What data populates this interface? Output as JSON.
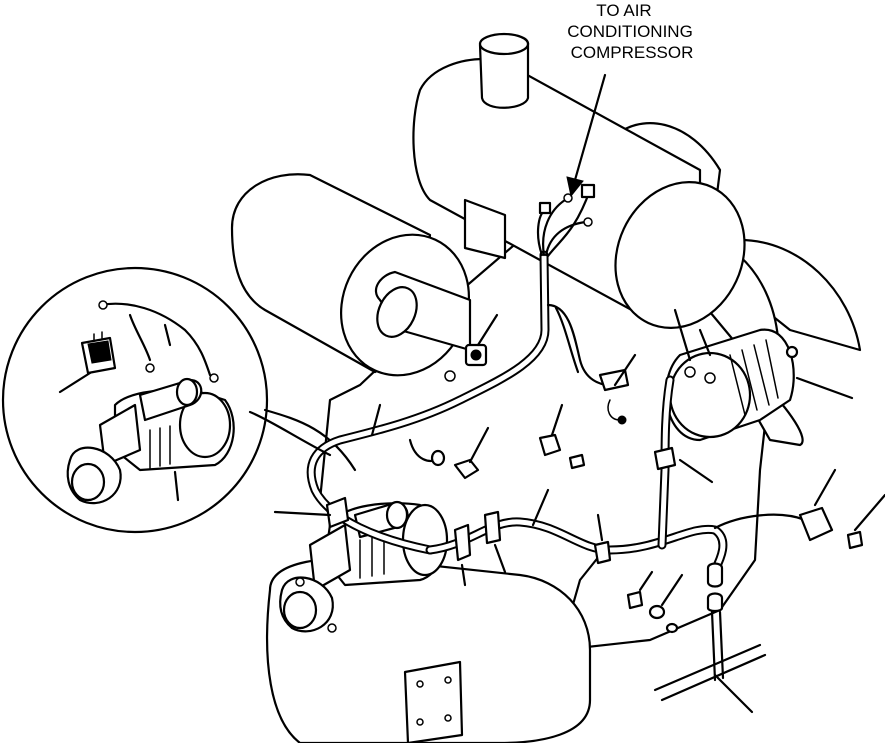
{
  "diagram": {
    "callout": {
      "lines": [
        "TO AIR",
        "CONDITIONING",
        "COMPRESSOR"
      ]
    }
  }
}
